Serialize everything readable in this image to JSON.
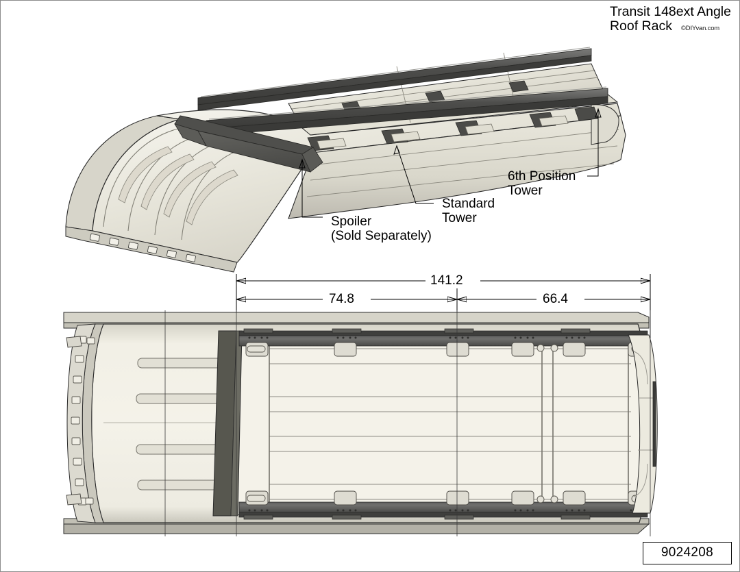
{
  "sheet": {
    "part_number": "9024208",
    "border_color": "#8c8c8c"
  },
  "title_block": {
    "line1": "Transit 148ext Angle",
    "line2": "Roof Rack",
    "copyright": "©DIYvan.com"
  },
  "callouts": [
    {
      "id": "spoiler",
      "text": "Spoiler\n(Sold Separately)"
    },
    {
      "id": "standard_tower",
      "text": "Standard\nTower"
    },
    {
      "id": "sixth_position_tower",
      "text": "6th Position\nTower"
    }
  ],
  "dimensions": {
    "overall": "141.2",
    "left_segment": "74.8",
    "right_segment": "66.4",
    "units_note": ""
  },
  "colors": {
    "roof_panel": "#e9e7dc",
    "roof_panel_light": "#f2f0e7",
    "roof_panel_shade": "#cfcdc2",
    "rail_dark": "#4c4c4c",
    "rail_mid": "#6d6d6d",
    "spoiler": "#555552",
    "line": "#2b2b2b",
    "dimension_line": "#000000"
  },
  "views": {
    "iso": {
      "label": "isometric-roof-view"
    },
    "plan": {
      "label": "top-plan-view"
    }
  }
}
